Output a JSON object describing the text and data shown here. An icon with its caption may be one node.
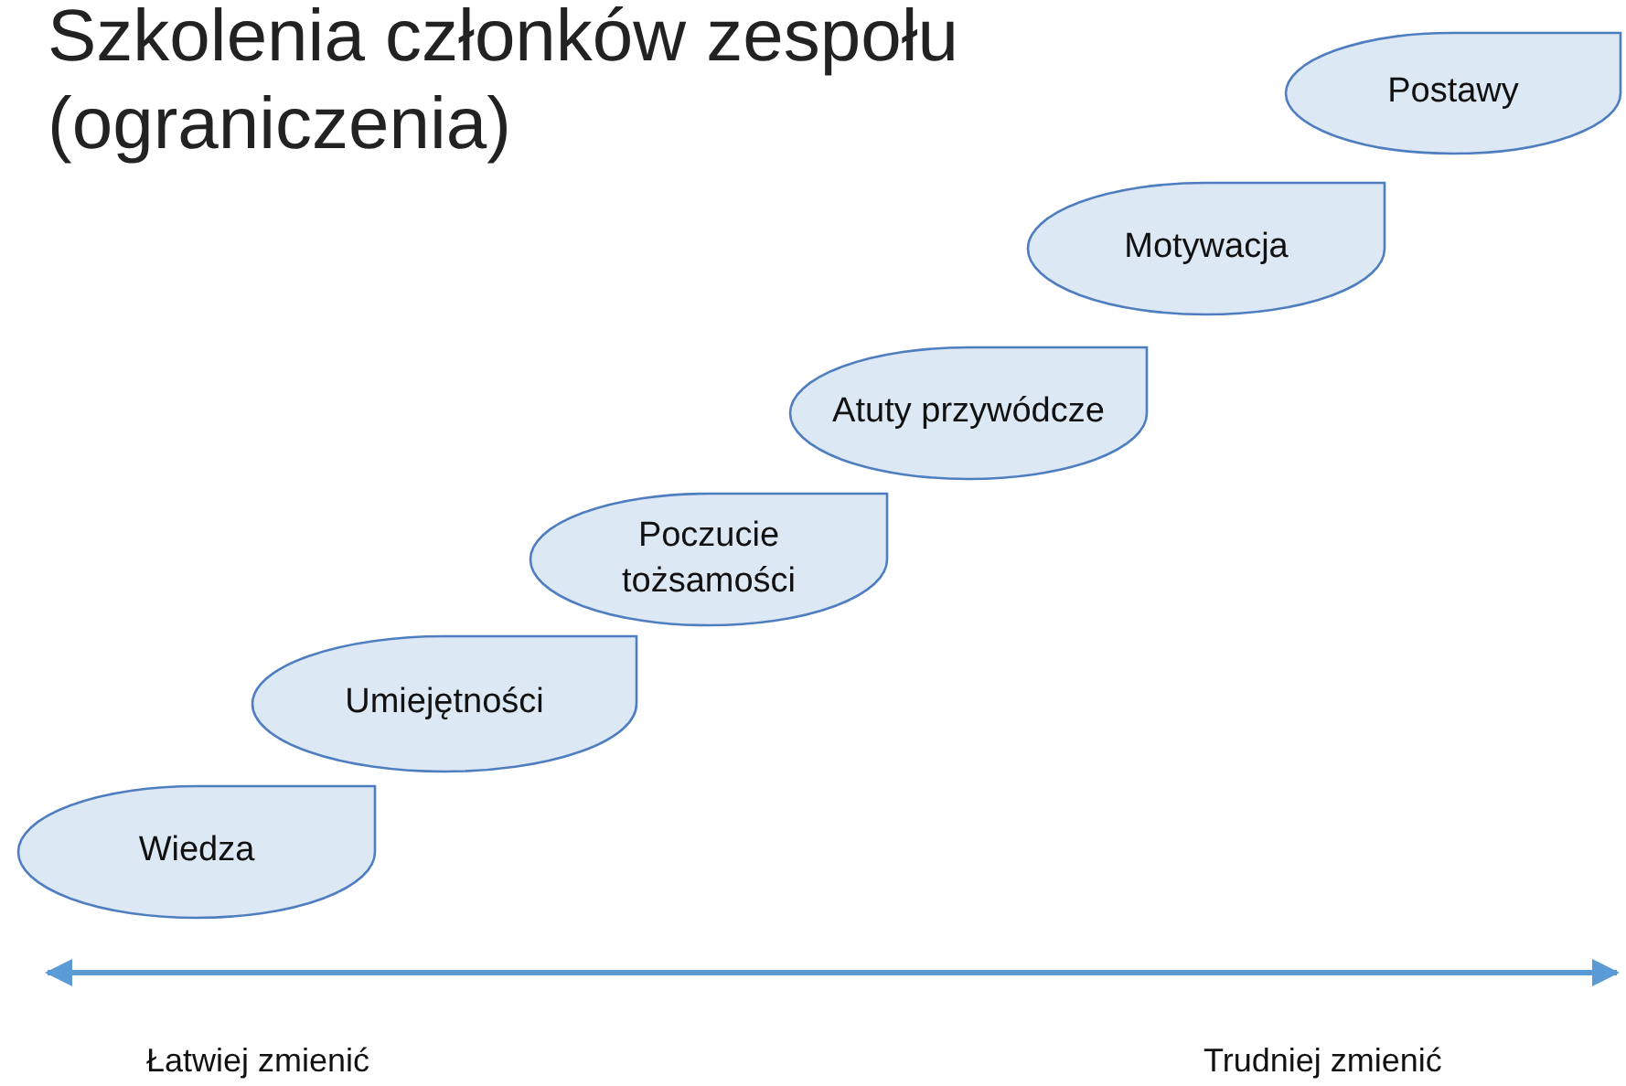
{
  "diagram": {
    "title": "Szkolenia członków zespołu (ograniczenia)",
    "nodes": [
      {
        "text": [
          "Wiedza"
        ]
      },
      {
        "text": [
          "Umiejętności"
        ]
      },
      {
        "text": [
          "Poczucie tożsamości"
        ]
      },
      {
        "text": [
          "Atuty przywódcze"
        ]
      },
      {
        "text": [
          "Motywacja"
        ]
      },
      {
        "text": [
          "Postawy"
        ]
      }
    ],
    "labels": [
      "Łatwiej zmienić",
      "Trudniej zmienić"
    ]
  }
}
